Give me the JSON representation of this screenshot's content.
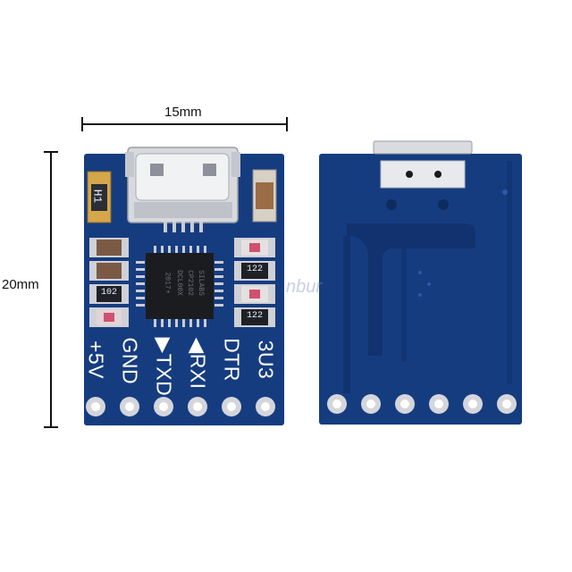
{
  "dimensions": {
    "width_label": "15mm",
    "height_label": "20mm"
  },
  "front_board": {
    "pins": [
      {
        "label": "+5V"
      },
      {
        "label": "GND"
      },
      {
        "label": "▶TXD"
      },
      {
        "label": "◀RXI"
      },
      {
        "label": "DTR"
      },
      {
        "label": "3U3"
      }
    ],
    "component_labels": {
      "fuse": "H1",
      "r102": "102",
      "r122a": "122",
      "r122b": "122"
    },
    "chip_lines": [
      "SILABS",
      "CP2102",
      "DCL00X",
      "2017+"
    ]
  },
  "back_board": {
    "watermark": "nbur"
  },
  "colors": {
    "pcb": "#163c80",
    "pcb_dark": "#10306a",
    "pad": "#c9ccd2",
    "silk": "#ffffff",
    "chip": "#1b1c20"
  }
}
